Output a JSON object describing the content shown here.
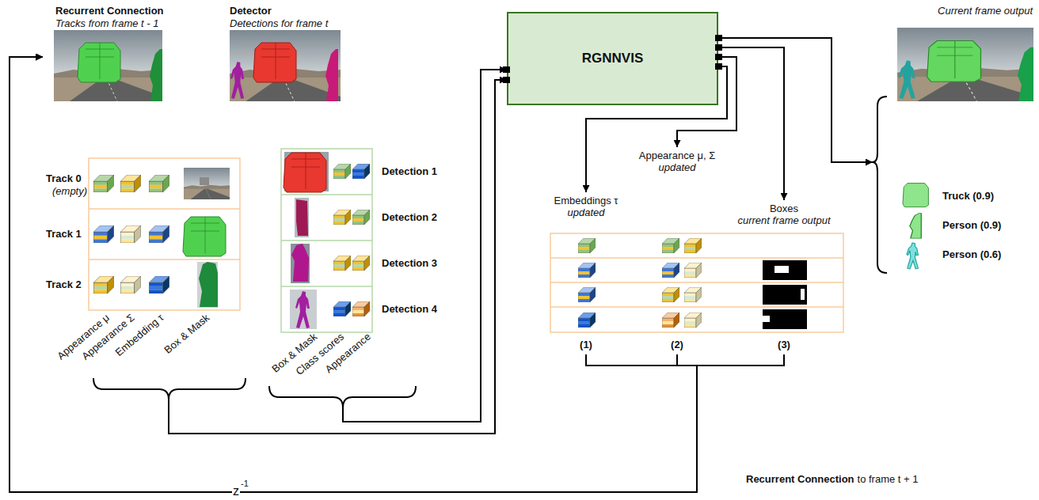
{
  "diagram": {
    "nodes": [
      {
        "text": [
          "Recurrent Connection",
          "Tracks from frame t - 1"
        ]
      },
      {
        "text": [
          "Track 0",
          "(empty)"
        ],
        "in": 0
      },
      {
        "text": [
          "Track 1"
        ],
        "in": 0
      },
      {
        "text": [
          "Track 2"
        ],
        "in": 0
      },
      {
        "text": [
          "Detector",
          "Detections for frame t"
        ]
      },
      {
        "text": [
          "Detection 1"
        ],
        "in": 4
      },
      {
        "text": [
          "Detection 2"
        ],
        "in": 4
      },
      {
        "text": [
          "Detection 3"
        ],
        "in": 4
      },
      {
        "text": [
          "Detection 4"
        ],
        "in": 4
      },
      {
        "text": [
          "RGNNVIS"
        ]
      },
      {
        "text": [
          "Embeddings τ",
          "updated",
          "(1)"
        ]
      },
      {
        "text": [
          "Appearance μ, Σ",
          "updated",
          "(2)"
        ]
      },
      {
        "text": [
          "Boxes",
          "current frame output",
          "(3)"
        ]
      },
      {
        "text": [
          "Current frame output"
        ]
      }
    ],
    "edges": [
      {
        "from": 0,
        "to": 9,
        "arrow": "to"
      },
      {
        "from": 4,
        "to": 9,
        "arrow": "to"
      },
      {
        "from": 9,
        "to": 10,
        "arrow": "to"
      },
      {
        "from": 9,
        "to": 11,
        "arrow": "to"
      },
      {
        "from": 9,
        "to": 12,
        "arrow": "to"
      },
      {
        "from": 9,
        "to": 13,
        "arrow": "to"
      },
      {
        "from": 10,
        "to": 0,
        "arrow": "to"
      },
      {
        "from": 11,
        "to": 0,
        "arrow": "to"
      },
      {
        "from": 12,
        "to": 0,
        "arrow": "to"
      }
    ],
    "labels": [
      "Appearance μ",
      "Appearance Σ",
      "Embedding τ",
      "Box & Mask",
      "Box & Mask",
      "Class scores",
      "Appearance",
      "z",
      "-1",
      "Recurrent Connection",
      "to frame t + 1"
    ],
    "legend": [
      {
        "text": "Truck (0.9)"
      },
      {
        "text": "Person (0.9)"
      },
      {
        "text": "Person (0.6)"
      }
    ]
  }
}
